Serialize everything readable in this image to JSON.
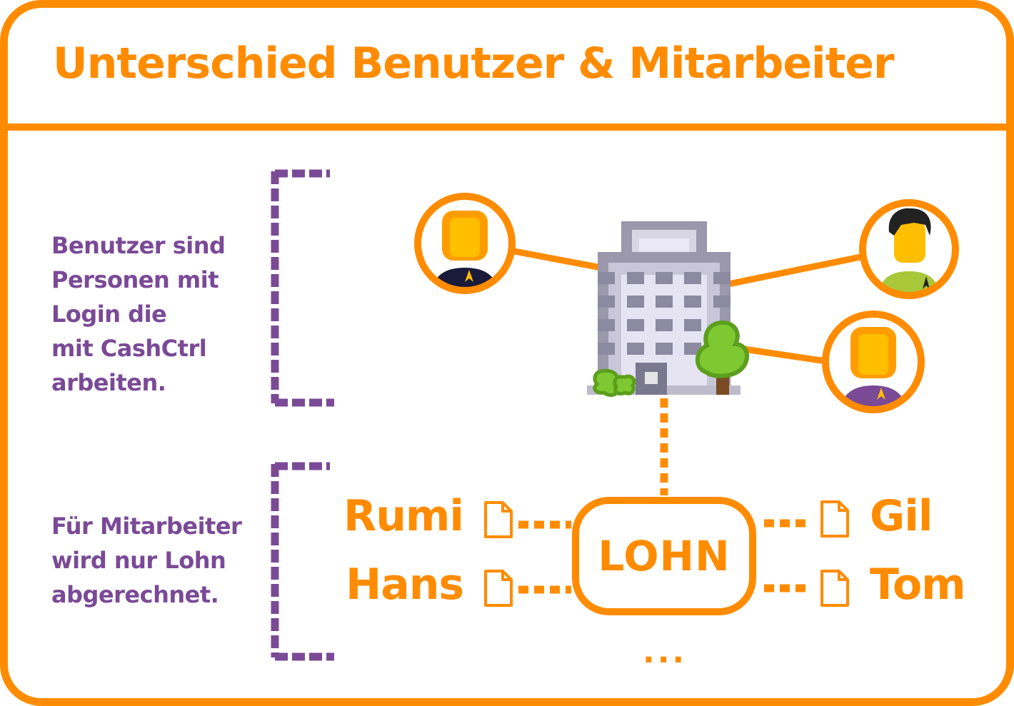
{
  "header": {
    "title": "Unterschied Benutzer & Mitarbeiter"
  },
  "descriptions": {
    "users": {
      "lines": [
        "Benutzer sind",
        "Personen mit",
        "Login die",
        "mit CashCtrl",
        "arbeiten."
      ]
    },
    "employees": {
      "lines": [
        "Für Mitarbeiter",
        "wird nur Lohn",
        "abgerechnet."
      ]
    }
  },
  "company": {
    "icon": "office-building-icon",
    "users": [
      {
        "avatar": "woman-avatar-icon",
        "shirt_color": "#1a1a3a",
        "hair_color": "#ff9d00"
      },
      {
        "avatar": "man-avatar-icon",
        "shirt_color": "#a8c83a",
        "hair_color": "#222222"
      },
      {
        "avatar": "woman-avatar-icon",
        "shirt_color": "#7a4a96",
        "hair_color": "#ff9d00"
      }
    ]
  },
  "payroll": {
    "label": "LOHN",
    "more": "...",
    "employees_left": [
      {
        "name": "Rumi",
        "icon": "document-icon"
      },
      {
        "name": "Hans",
        "icon": "document-icon"
      }
    ],
    "employees_right": [
      {
        "name": "Gil",
        "icon": "document-icon"
      },
      {
        "name": "Tom",
        "icon": "document-icon"
      }
    ]
  },
  "colors": {
    "accent": "#ff8c00",
    "text_purple": "#7a4a96",
    "bracket_purple": "#7a4a96"
  }
}
